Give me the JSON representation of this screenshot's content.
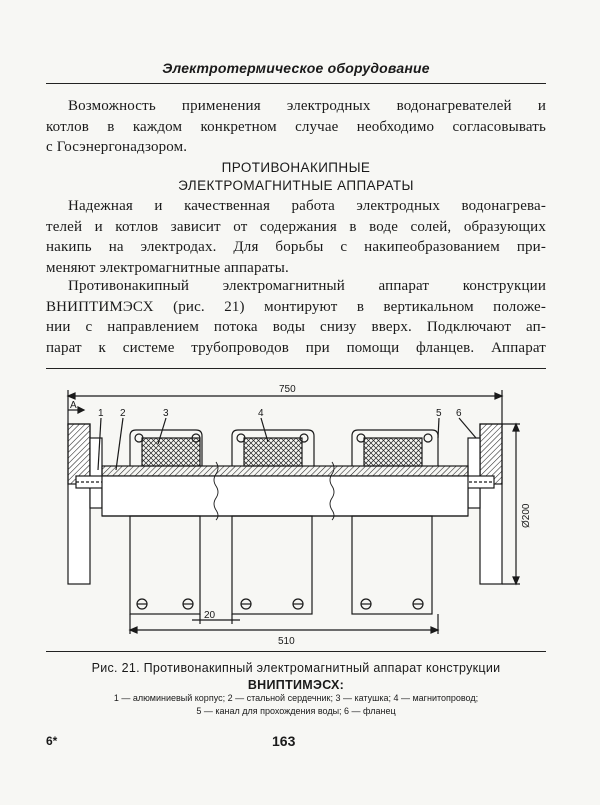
{
  "running_head": "Электротермическое оборудование",
  "paragraph1": [
    "Возможность применения электродных водонагревателей и",
    "котлов в каждом конкретном случае необходимо согласовывать",
    "с Госэнергонадзором."
  ],
  "section_title": [
    "ПРОТИВОНАКИПНЫЕ",
    "ЭЛЕКТРОМАГНИТНЫЕ АППАРАТЫ"
  ],
  "paragraph2": [
    "Надежная и качественная работа электродных водонагрева-",
    "телей и котлов зависит от содержания в воде солей, образующих",
    "накипь на электродах. Для борьбы с накипеобразованием при-",
    "меняют электромагнитные аппараты."
  ],
  "paragraph3": [
    "Противонакипный электромагнитный аппарат конструкции",
    "ВНИПТИМЭСХ (рис. 21) монтируют в вертикальном положе-",
    "нии с направлением потока воды снизу вверх. Подключают ап-",
    "парат к системе трубопроводов при помощи фланцев. Аппарат"
  ],
  "figure": {
    "dim_total": "750",
    "dim_inner": "510",
    "dim_small": "20",
    "dim_diameter": "Ø200",
    "section_mark": "A",
    "labels": [
      "1",
      "2",
      "3",
      "4",
      "5",
      "6"
    ]
  },
  "caption": {
    "line1": "Рис. 21. Противонакипный электромагнитный аппарат конструкции",
    "line2": "ВНИПТИМЭСХ:",
    "legend_line1": "1 — алюминиевый корпус; 2 — стальной сердечник; 3 — катушка; 4 — магнитопровод;",
    "legend_line2": "5 — канал для прохождения воды; 6 — фланец"
  },
  "footer": {
    "signature_mark": "6*",
    "page_number": "163"
  }
}
